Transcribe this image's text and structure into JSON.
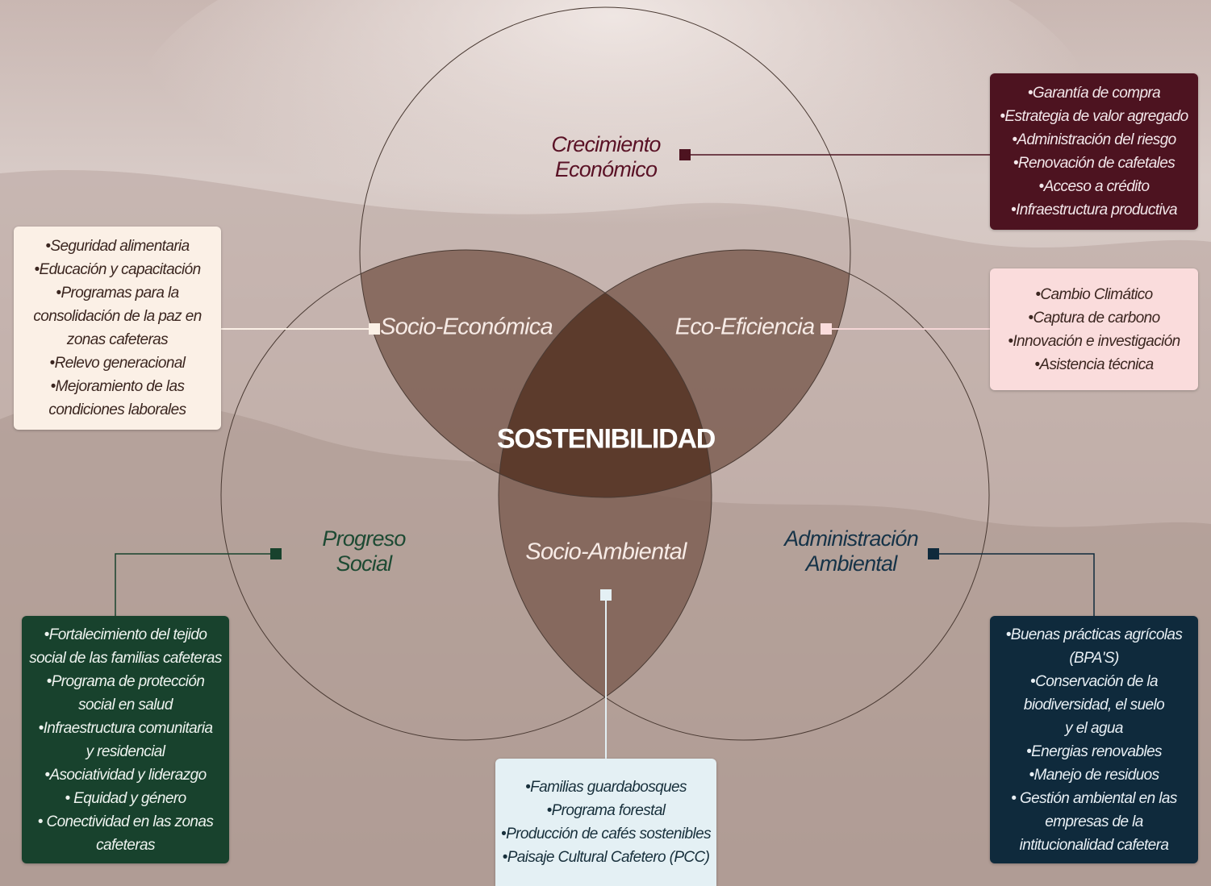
{
  "center_label": "SOSTENIBILIDAD",
  "circles": {
    "economic": [
      "Crecimiento",
      "Económico"
    ],
    "social": [
      "Progreso",
      "Social"
    ],
    "environmental": [
      "Administración",
      "Ambiental"
    ]
  },
  "intersections": {
    "socio_economic": "Socio-Económica",
    "eco_efficiency": "Eco-Eficiencia",
    "socio_environmental": "Socio-Ambiental"
  },
  "boxes": {
    "economic": [
      "•Garantía de compra",
      "•Estrategia de valor agregado",
      "•Administración del riesgo",
      "•Renovación de cafetales",
      "•Acceso a crédito",
      "•Infraestructura productiva"
    ],
    "eco_efficiency": [
      "•Cambio Climático",
      "•Captura de carbono",
      "•Innovación e investigación",
      "•Asistencia técnica"
    ],
    "socio_economic": [
      "•Seguridad alimentaria",
      "•Educación y capacitación",
      "•Programas para la",
      "consolidación de la paz en",
      "zonas cafeteras",
      "•Relevo generacional",
      "•Mejoramiento de las",
      "condiciones laborales"
    ],
    "social": [
      "•Fortalecimiento del tejido",
      "social de las familias cafeteras",
      "•Programa de protección",
      "social en salud",
      "•Infraestructura comunitaria",
      "y residencial",
      "•Asociatividad y liderazgo",
      "• Equidad y género",
      "• Conectividad en las zonas",
      "cafeteras"
    ],
    "socio_environmental": [
      "•Familias guardabosques",
      "•Programa forestal",
      "•Producción de cafés sostenibles",
      "•Paisaje Cultural Cafetero (PCC)"
    ],
    "environmental": [
      "•Buenas prácticas agrícolas",
      "(BPA'S)",
      "•Conservación de la",
      "biodiversidad, el suelo",
      "y el agua",
      "•Energias renovables",
      "•Manejo de residuos",
      "• Gestión ambiental en las",
      "empresas de la",
      "intitucionalidad cafetera"
    ]
  },
  "colors": {
    "economic": "#4d1320",
    "eco_efficiency": "#fadcdc",
    "socio_economic": "#fbf0e6",
    "social": "#18422d",
    "socio_environmental": "#e4f0f4",
    "environmental": "#0f2a3c",
    "overlap_two": "#7e5f53",
    "overlap_center": "#5c3b2c",
    "background": "#c9b8b1"
  }
}
